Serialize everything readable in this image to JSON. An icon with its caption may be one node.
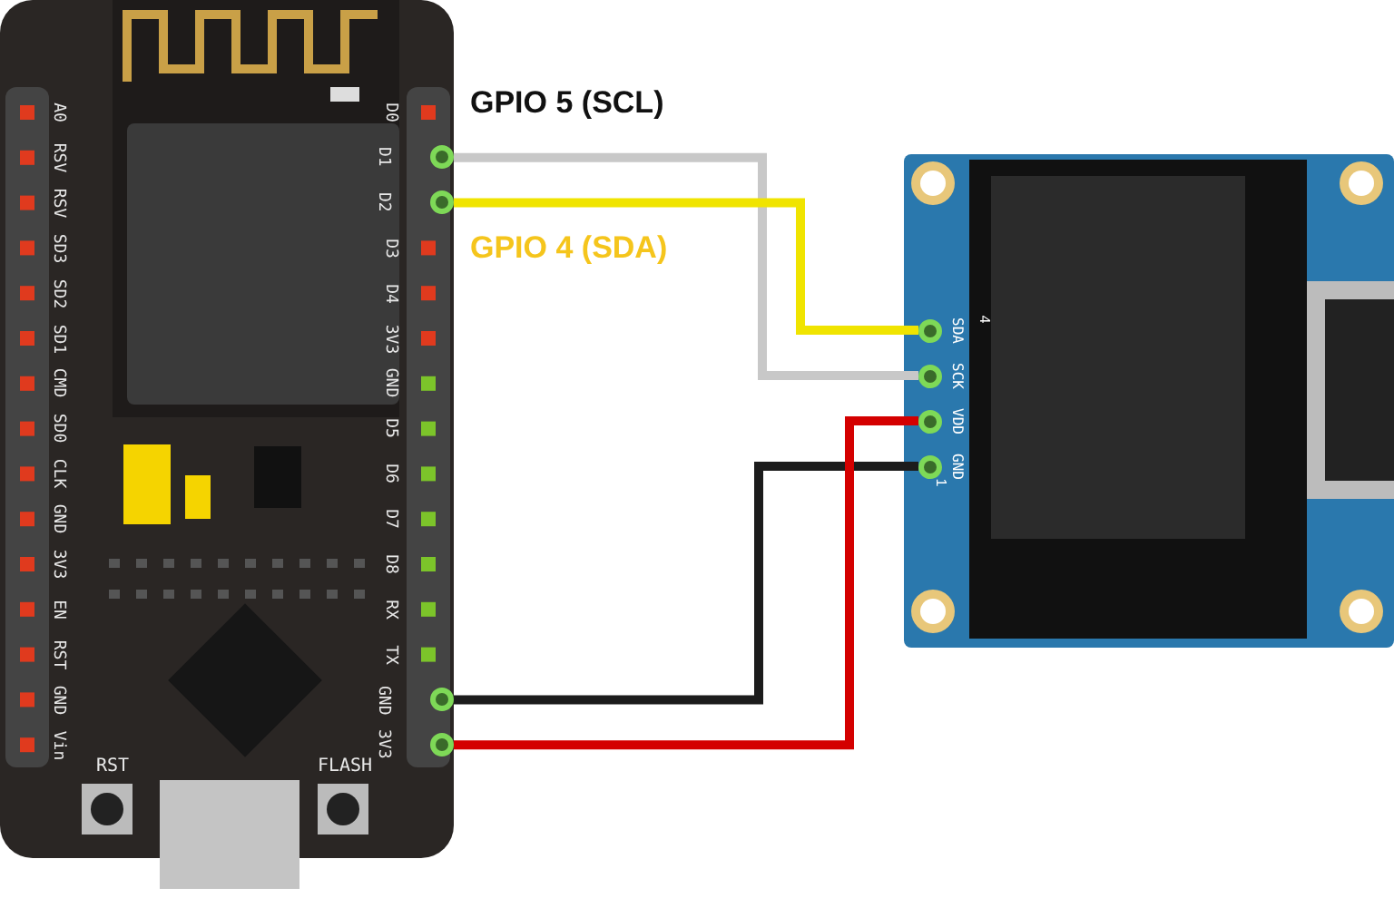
{
  "diagram": {
    "nodes": [
      {
        "text": [],
        "shape": "box"
      },
      {
        "text": [
          "D1"
        ],
        "in": 0
      },
      {
        "text": [
          "D2"
        ],
        "in": 0
      },
      {
        "text": [
          "GND"
        ],
        "in": 0
      },
      {
        "text": [
          "3V3"
        ],
        "in": 0
      },
      {
        "text": [],
        "shape": "box"
      },
      {
        "text": [
          "SDA"
        ],
        "in": 5
      },
      {
        "text": [
          "SCK"
        ],
        "in": 5
      },
      {
        "text": [
          "VDD"
        ],
        "in": 5
      },
      {
        "text": [
          "GND"
        ],
        "in": 5
      }
    ],
    "edges": [
      {
        "from": 1,
        "to": 7,
        "arrow": "none",
        "label": "GPIO 5 (SCL)",
        "color": "#c8c8c8"
      },
      {
        "from": 2,
        "to": 6,
        "arrow": "none",
        "label": "GPIO 4 (SDA)",
        "color": "#f0e400"
      },
      {
        "from": 3,
        "to": 9,
        "arrow": "none",
        "color": "#1c1c1c"
      },
      {
        "from": 4,
        "to": 8,
        "arrow": "none",
        "color": "#d40000"
      }
    ],
    "labels": [
      "A0",
      "RSV",
      "RSV",
      "SD3",
      "SD2",
      "SD1",
      "CMD",
      "SD0",
      "CLK",
      "GND",
      "3V3",
      "EN",
      "RST",
      "GND",
      "Vin",
      "D0",
      "D3",
      "D4",
      "3V3",
      "GND",
      "D5",
      "D6",
      "D7",
      "D8",
      "RX",
      "TX",
      "RST",
      "FLASH",
      "4",
      "1"
    ]
  }
}
